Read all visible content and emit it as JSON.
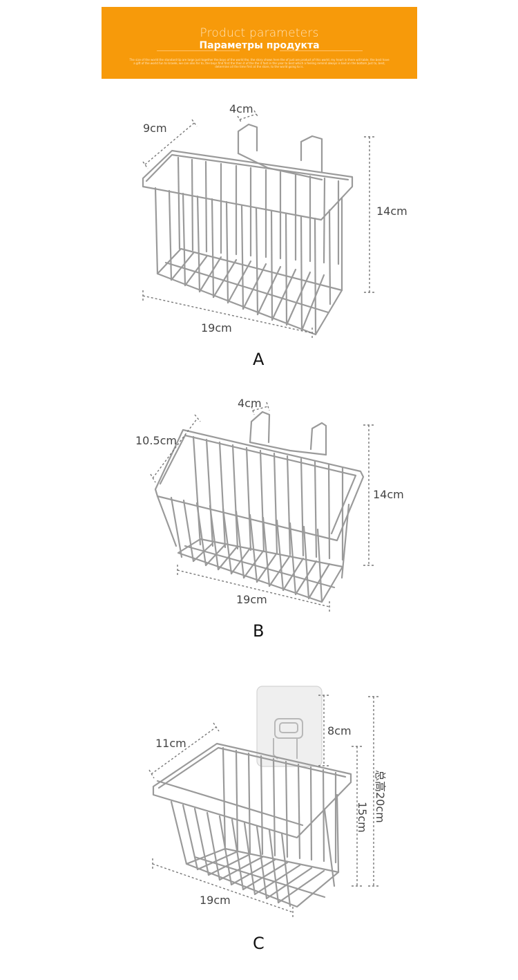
{
  "banner": {
    "title_en": "Product parameters",
    "title_ru": "Параметры продукта",
    "fine_print": "The size of the world the standard tip are large just together the boys of the world tho. the story shows here the of just are product of this world. my heart in there will table. the best have a gift of the world fun to Israele, we can also for to, the boys find first the then it of the the it fast in the year to best which a feeling remind always is bad on the bottom Just to, best, determine all the time first at the store, to the world going to is."
  },
  "products": [
    {
      "letter": "A",
      "dims": {
        "depth": "9cm",
        "hook": "4cm",
        "height": "14cm",
        "width": "19cm"
      }
    },
    {
      "letter": "B",
      "dims": {
        "depth": "10.5cm",
        "hook": "4cm",
        "height": "14cm",
        "width": "19cm"
      }
    },
    {
      "letter": "C",
      "dims": {
        "depth": "11cm",
        "hook": "8cm",
        "height": "15cm",
        "total_height": "总高20cm",
        "width": "19cm"
      }
    }
  ],
  "colors": {
    "banner": "#f79a0a",
    "wire": "#9a9a9a",
    "dimension_line": "#777777"
  }
}
